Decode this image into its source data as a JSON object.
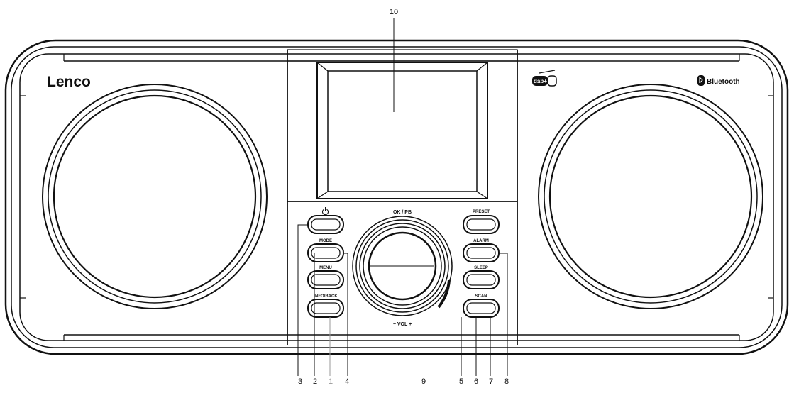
{
  "device": {
    "brand": "Lenco",
    "dab_logo": "dab+",
    "bluetooth_logo": "Bluetooth",
    "colors": {
      "line": "#111111",
      "background": "#ffffff"
    }
  },
  "controls": {
    "power_icon": "power-icon",
    "left_buttons": [
      "MODE",
      "MENU",
      "INFO/BACK"
    ],
    "right_buttons": [
      "PRESET",
      "ALARM",
      "SLEEP",
      "SCAN"
    ],
    "knob_top": "OK / PB",
    "knob_bottom": "−  VOL  +"
  },
  "callouts": {
    "top": "10",
    "bottom": [
      "3",
      "2",
      "1",
      "4",
      "9",
      "5",
      "6",
      "7",
      "8"
    ]
  }
}
